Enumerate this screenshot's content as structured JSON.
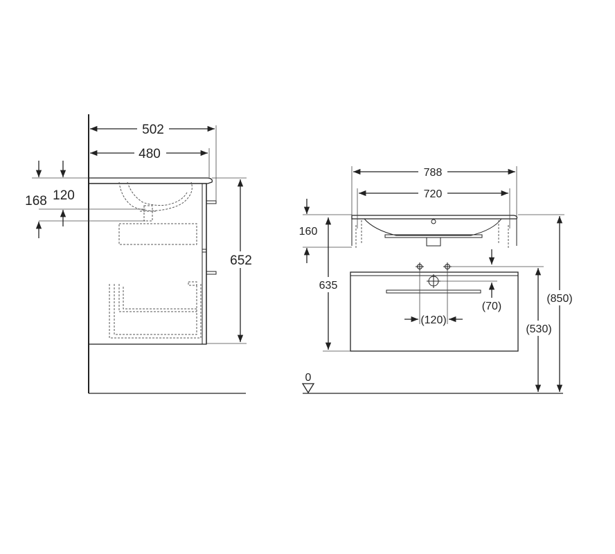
{
  "side_view": {
    "width_total": "502",
    "width_cabinet": "480",
    "drain_height_outer": "168",
    "drain_height_inner": "120",
    "height": "652"
  },
  "front_view": {
    "width_total": "788",
    "width_basin": "720",
    "top_thickness": "160",
    "cabinet_height": "635",
    "tap_offset": "(70)",
    "tap_spacing": "(120)",
    "floor_to_drain": "(530)",
    "floor_to_top": "(850)",
    "floor_level": "0"
  }
}
